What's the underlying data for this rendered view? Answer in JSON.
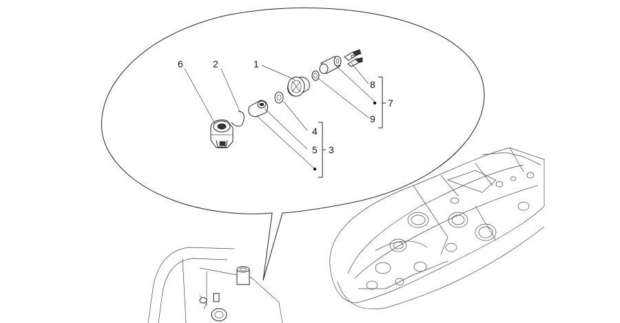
{
  "diagram": {
    "callouts": [
      {
        "id": "1",
        "text": "1"
      },
      {
        "id": "2",
        "text": "2"
      },
      {
        "id": "3",
        "text": "3"
      },
      {
        "id": "4",
        "text": "4"
      },
      {
        "id": "5",
        "text": "5"
      },
      {
        "id": "6",
        "text": "6"
      },
      {
        "id": "7",
        "text": "7"
      },
      {
        "id": "8",
        "text": "8"
      },
      {
        "id": "9",
        "text": "9"
      }
    ],
    "colors": {
      "line": "#222222",
      "background": "#ffffff"
    }
  }
}
